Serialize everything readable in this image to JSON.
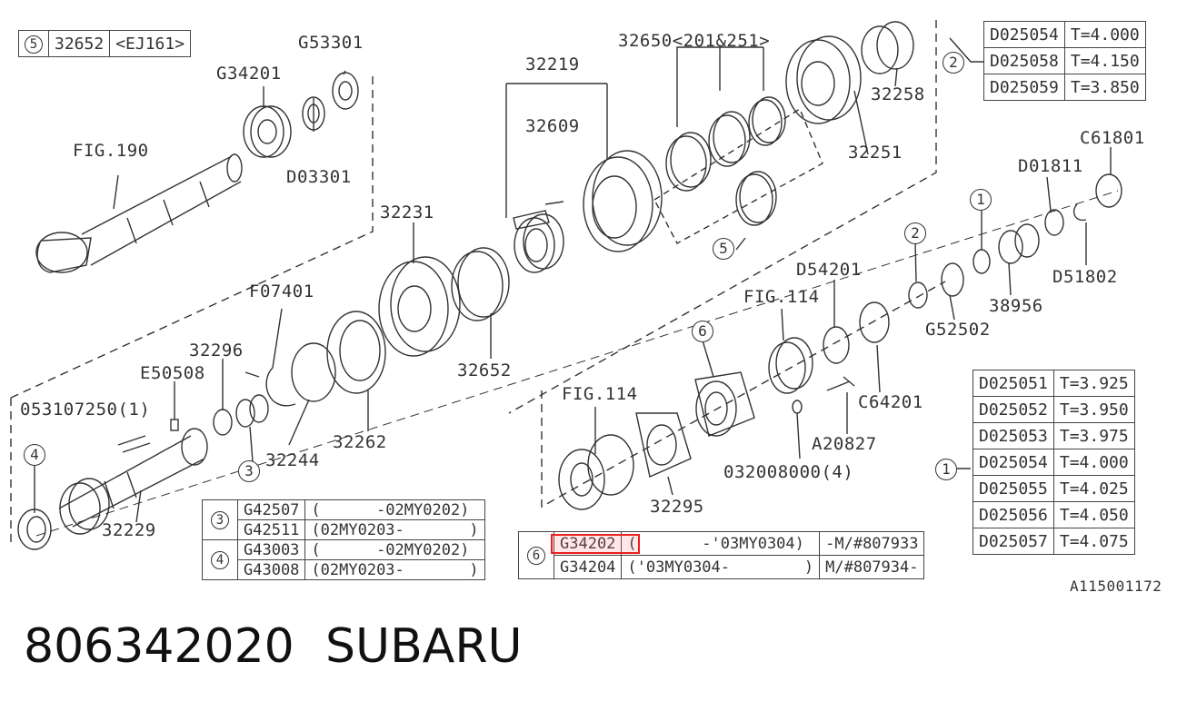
{
  "figure": {
    "code": "A115001172",
    "part_number": "806342020",
    "brand": "SUBARU"
  },
  "labels": {
    "g53301": "G53301",
    "g34201": "G34201",
    "fig190": "FIG.190",
    "d03301": "D03301",
    "p32219": "32219",
    "p32650": "32650<201&251>",
    "p32258": "32258",
    "p32609": "32609",
    "p32251": "32251",
    "p32231": "32231",
    "c61801": "C61801",
    "d01811": "D01811",
    "d51802": "D51802",
    "d54201": "D54201",
    "fig114a": "FIG.114",
    "p38956": "38956",
    "g52502": "G52502",
    "f07401": "F07401",
    "p32652": "32652",
    "p32296": "32296",
    "e50508": "E50508",
    "c64201": "C64201",
    "p053107250": "053107250(1)",
    "p32262": "32262",
    "fig114b": "FIG.114",
    "a20827": "A20827",
    "p32244": "32244",
    "p032008000": "032008000(4)",
    "p32229": "32229",
    "p32295": "32295"
  },
  "callouts": {
    "c1": "1",
    "c2": "2",
    "c3": "3",
    "c4": "4",
    "c5": "5",
    "c6": "6"
  },
  "table5": {
    "num": "5",
    "part": "32652",
    "spec": "<EJ161>"
  },
  "table2": {
    "num": "2",
    "rows": [
      {
        "part": "D025054",
        "t": "T=4.000"
      },
      {
        "part": "D025058",
        "t": "T=4.150"
      },
      {
        "part": "D025059",
        "t": "T=3.850"
      }
    ]
  },
  "table1": {
    "num": "1",
    "rows": [
      {
        "part": "D025051",
        "t": "T=3.925"
      },
      {
        "part": "D025052",
        "t": "T=3.950"
      },
      {
        "part": "D025053",
        "t": "T=3.975"
      },
      {
        "part": "D025054",
        "t": "T=4.000"
      },
      {
        "part": "D025055",
        "t": "T=4.025"
      },
      {
        "part": "D025056",
        "t": "T=4.050"
      },
      {
        "part": "D025057",
        "t": "T=4.075"
      }
    ]
  },
  "table34": {
    "num3": "3",
    "num4": "4",
    "rows": [
      {
        "part": "G42507",
        "range": "(      -02MY0202)"
      },
      {
        "part": "G42511",
        "range": "(02MY0203-       )"
      },
      {
        "part": "G43003",
        "range": "(      -02MY0202)"
      },
      {
        "part": "G43008",
        "range": "(02MY0203-       )"
      }
    ]
  },
  "table6": {
    "num": "6",
    "rows": [
      {
        "part": "G34202",
        "range": "(       -'03MY0304)",
        "note": "-M/#807933"
      },
      {
        "part": "G34204",
        "range": "('03MY0304-        )",
        "note": "M/#807934-"
      }
    ]
  },
  "highlight": {
    "color": "#e8201f",
    "target": "G34202"
  }
}
